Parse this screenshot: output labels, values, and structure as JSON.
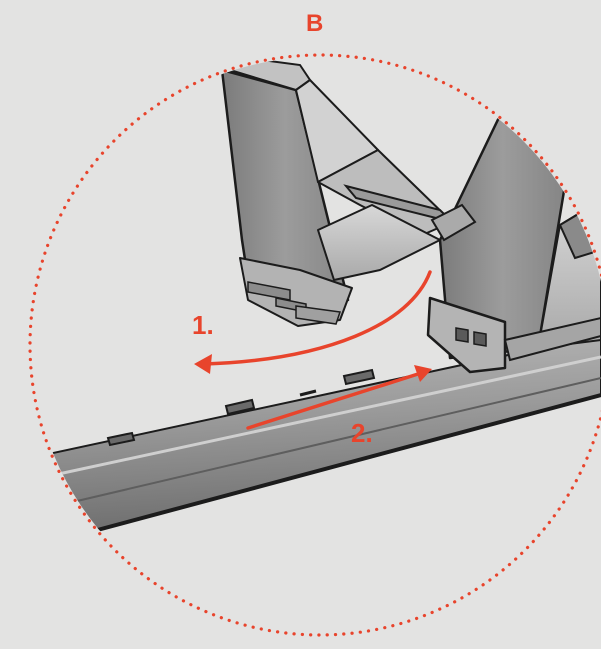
{
  "figure": {
    "detail_label": "B",
    "step_one_label": "1.",
    "step_two_label": "2."
  },
  "colors": {
    "background": "#e3e3e2",
    "accent": "#e8442c",
    "outline": "#1c1c1c",
    "rail_dark": "#7d7d7d",
    "rail_mid": "#9b9b9b",
    "rail_light": "#b9b9b9",
    "panel": "#8e8e8e",
    "panel_light": "#c9c9c9"
  },
  "icons": {
    "arrow_one": "curved-arrow-left-icon",
    "arrow_two": "straight-arrow-right-icon"
  }
}
